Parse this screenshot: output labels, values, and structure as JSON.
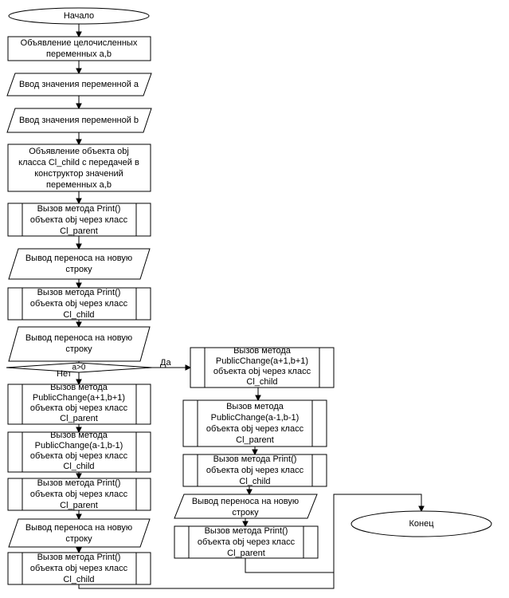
{
  "flowchart": {
    "nodes": {
      "start": "Начало",
      "declare_ints": [
        "Объявление целочисленных",
        "переменных a,b"
      ],
      "input_a": "Ввод значения переменной a",
      "input_b": "Ввод значения переменной b",
      "declare_obj": [
        "Объявление объекта obj",
        "класса Cl_child с передачей в",
        "конструктор значений",
        "переменных a,b"
      ],
      "print_parent_1": [
        "Вызов метода Print()",
        "объекта obj через класс",
        "Cl_parent"
      ],
      "newline_1": [
        "Вывод переноса на новую",
        "строку"
      ],
      "print_child_1": [
        "Вызов метода Print()",
        "объекта obj через класс",
        "Cl_child"
      ],
      "newline_2": [
        "Вывод переноса на новую",
        "строку"
      ],
      "condition": "a>0",
      "no_change_plus_parent": [
        "Вызов метода",
        "PublicChange(a+1,b+1)",
        "объекта obj через класс",
        "Cl_parent"
      ],
      "no_change_minus_child": [
        "Вызов метода",
        "PublicChange(a-1,b-1)",
        "объекта obj через класс",
        "Cl_child"
      ],
      "no_print_parent": [
        "Вызов метода Print()",
        "объекта obj через класс",
        "Cl_parent"
      ],
      "no_newline": [
        "Вывод переноса на новую",
        "строку"
      ],
      "no_print_child": [
        "Вызов метода Print()",
        "объекта obj через класс",
        "Cl_child"
      ],
      "yes_change_plus_child": [
        "Вызов метода",
        "PublicChange(a+1,b+1)",
        "объекта obj через класс",
        "Cl_child"
      ],
      "yes_change_minus_parent": [
        "Вызов метода",
        "PublicChange(a-1,b-1)",
        "объекта obj через класс",
        "Cl_parent"
      ],
      "yes_print_child": [
        "Вызов метода Print()",
        "объекта obj через класс",
        "Cl_child"
      ],
      "yes_newline": [
        "Вывод переноса на новую",
        "строку"
      ],
      "yes_print_parent": [
        "Вызов метода Print()",
        "объекта obj через класс",
        "Cl_parent"
      ],
      "end": "Конец"
    },
    "edge_labels": {
      "yes": "Да",
      "no": "Нет"
    }
  }
}
